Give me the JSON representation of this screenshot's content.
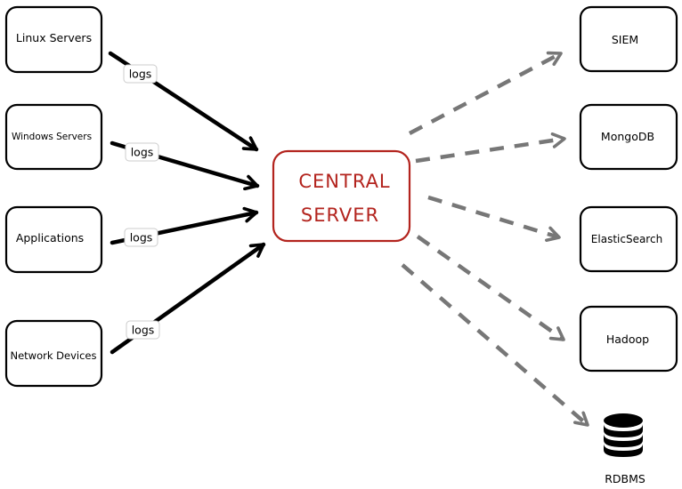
{
  "sources": [
    {
      "id": "linux",
      "label": "Linux Servers",
      "edge_label": "logs"
    },
    {
      "id": "windows",
      "label": "Windows Servers",
      "edge_label": "logs"
    },
    {
      "id": "applications",
      "label": "Applications",
      "edge_label": "logs"
    },
    {
      "id": "network",
      "label": "Network Devices",
      "edge_label": "logs"
    }
  ],
  "central": {
    "line1": "CENTRAL",
    "line2": "SERVER",
    "color": "#b3241e"
  },
  "destinations": [
    {
      "id": "siem",
      "label": "SIEM"
    },
    {
      "id": "mongodb",
      "label": "MongoDB"
    },
    {
      "id": "elasticsearch",
      "label": "ElasticSearch"
    },
    {
      "id": "hadoop",
      "label": "Hadoop"
    },
    {
      "id": "rdbms",
      "label": "RDBMS",
      "icon": "database-icon"
    }
  ],
  "colors": {
    "incoming_edge": "#000000",
    "outgoing_edge": "#777777",
    "accent": "#b3241e"
  }
}
